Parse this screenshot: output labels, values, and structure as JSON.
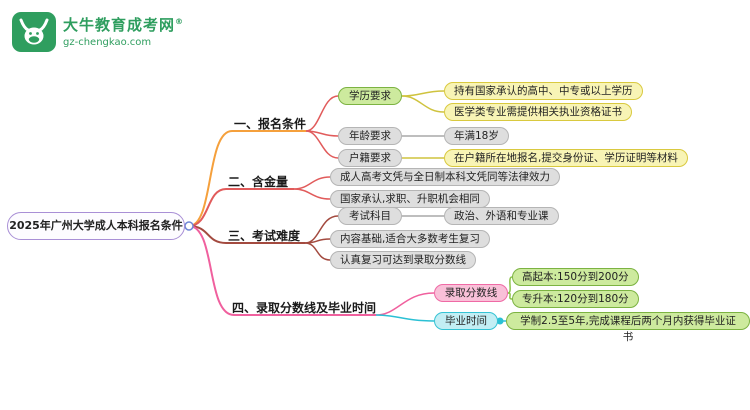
{
  "logo": {
    "brand": "大牛教育成考网",
    "reg": "®",
    "domain": "gz-chengkao.com",
    "icon": "bull-logo-icon"
  },
  "root": {
    "label": "2025年广州大学成人本科报名条件"
  },
  "branches": [
    {
      "label": "一、报名条件",
      "children": [
        {
          "label": "学历要求",
          "children": [
            {
              "label": "持有国家承认的高中、中专或以上学历"
            },
            {
              "label": "医学类专业需提供相关执业资格证书"
            }
          ]
        },
        {
          "label": "年龄要求",
          "children": [
            {
              "label": "年满18岁"
            }
          ]
        },
        {
          "label": "户籍要求",
          "children": [
            {
              "label": "在户籍所在地报名,提交身份证、学历证明等材料"
            }
          ]
        }
      ]
    },
    {
      "label": "二、含金量",
      "children": [
        {
          "label": "成人高考文凭与全日制本科文凭同等法律效力"
        },
        {
          "label": "国家承认,求职、升职机会相同"
        }
      ]
    },
    {
      "label": "三、考试难度",
      "children": [
        {
          "label": "考试科目",
          "children": [
            {
              "label": "政治、外语和专业课"
            }
          ]
        },
        {
          "label": "内容基础,适合大多数考生复习"
        },
        {
          "label": "认真复习可达到录取分数线"
        }
      ]
    },
    {
      "label": "四、录取分数线及毕业时间",
      "children": [
        {
          "label": "录取分数线",
          "children": [
            {
              "label": "高起本:150分到200分"
            },
            {
              "label": "专升本:120分到180分"
            }
          ]
        },
        {
          "label": "毕业时间",
          "children": [
            {
              "label": "学制2.5至5年,完成课程后两个月内获得毕业证书"
            }
          ]
        }
      ]
    }
  ],
  "colors": {
    "brand_green": "#2f9e5f",
    "root_border": "#a98fd6",
    "branch1": "#f5a03c",
    "branch2": "#e15b5b",
    "branch3": "#a34a3f",
    "branch4": "#f0609e",
    "line_yellow": "#cfc33e",
    "line_gray": "#a8a8a8",
    "line_green": "#8bc34a",
    "line_cyan": "#2bc0d4",
    "pill_green": "#cdea9e",
    "pill_yellow": "#f8f4b5",
    "pill_gray": "#dedede",
    "pill_pink": "#f9c0d8",
    "pill_cyan": "#c2eef4"
  }
}
